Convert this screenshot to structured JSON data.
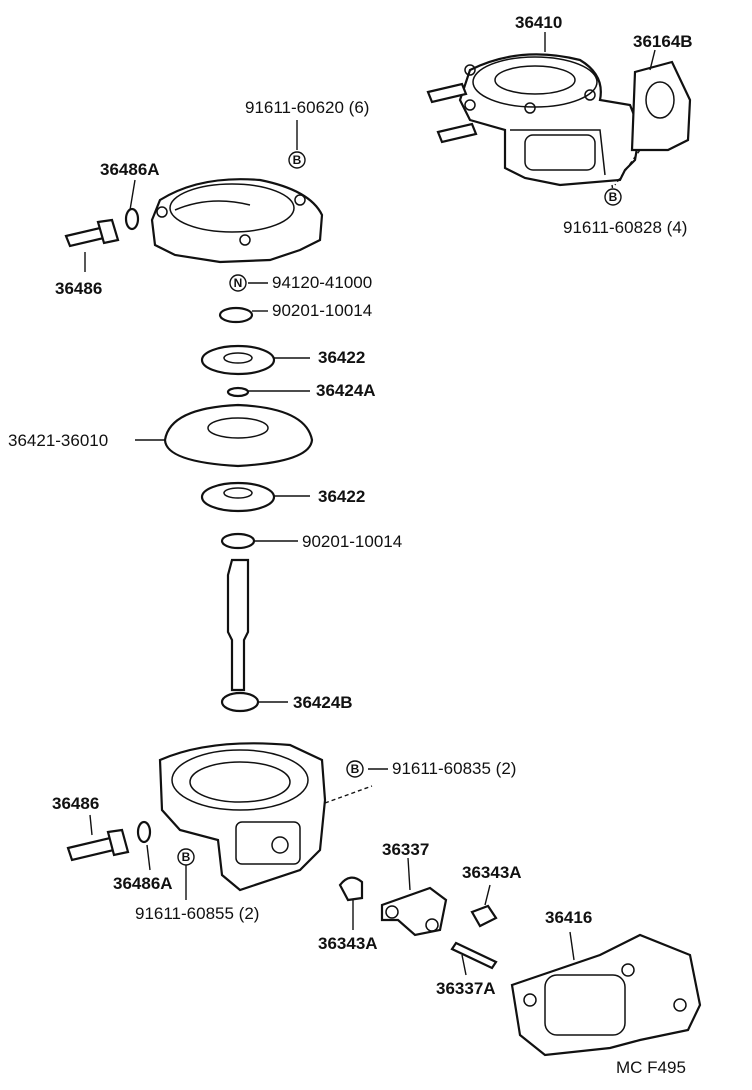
{
  "labels": {
    "l36410": "36410",
    "l36164B": "36164B",
    "l91611_60620": "91611-60620 (6)",
    "l36486A_top": "36486A",
    "l36486_top": "36486",
    "l94120_41000": "94120-41000",
    "l90201_10014_a": "90201-10014",
    "l36422_a": "36422",
    "l36424A": "36424A",
    "l36421_36010": "36421-36010",
    "l36422_b": "36422",
    "l90201_10014_b": "90201-10014",
    "l36424B": "36424B",
    "l91611_60835": "91611-60835 (2)",
    "l91611_60828": "91611-60828 (4)",
    "l36486_bot": "36486",
    "l36486A_bot": "36486A",
    "l91611_60855": "91611-60855 (2)",
    "l36337": "36337",
    "l36343A_right": "36343A",
    "l36343A_left": "36343A",
    "l36416": "36416",
    "l36337A": "36337A",
    "footer": "MC  F495"
  },
  "symbols": {
    "bolt": "B",
    "nut": "N"
  }
}
